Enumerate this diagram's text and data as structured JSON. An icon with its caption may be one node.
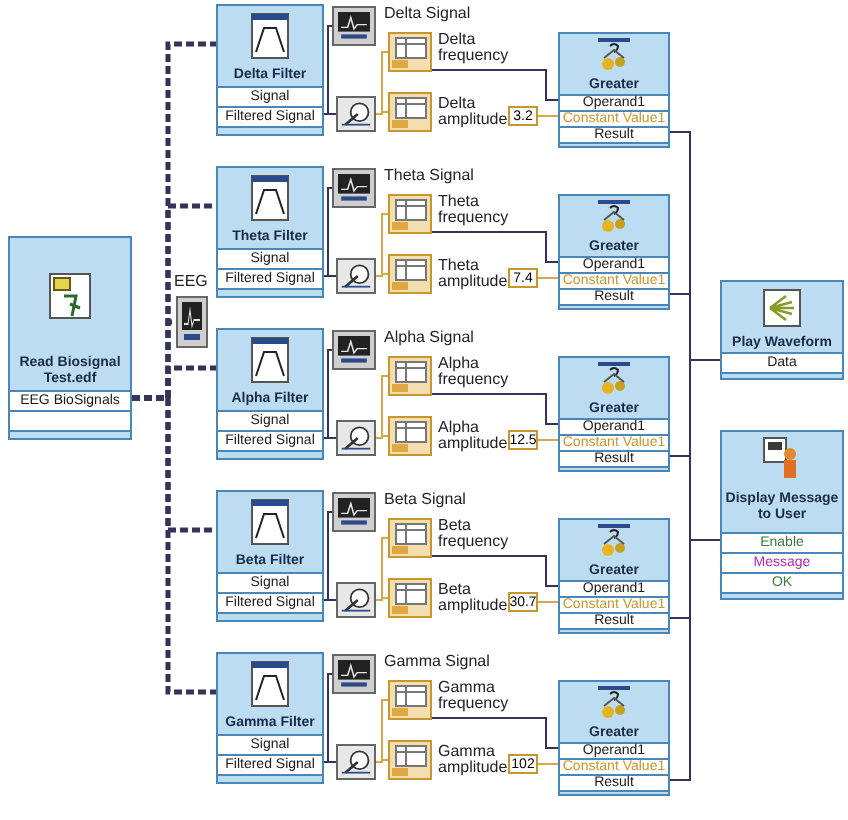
{
  "diagram": {
    "nodes": [
      {
        "text": [
          "Read Biosignal Test.edf",
          "EEG BioSignals"
        ]
      },
      {
        "text": [],
        "shape": "box",
        "beside": [
          "EEG"
        ]
      },
      {
        "text": [
          "Delta Filter",
          "Signal",
          "Filtered Signal"
        ]
      },
      {
        "text": [],
        "shape": "box",
        "beside": [
          "Delta Signal"
        ]
      },
      {
        "text": [],
        "shape": "box"
      },
      {
        "text": [],
        "shape": "box",
        "beside": [
          "Delta frequency"
        ]
      },
      {
        "text": [],
        "shape": "box",
        "beside": [
          "Delta amplitude"
        ]
      },
      {
        "text": [
          "3.2"
        ]
      },
      {
        "text": [
          "Greater",
          "Operand1",
          "Constant Value1",
          "Result"
        ]
      },
      {
        "text": [
          "Theta Filter",
          "Signal",
          "Filtered Signal"
        ]
      },
      {
        "text": [],
        "shape": "box",
        "beside": [
          "Theta Signal"
        ]
      },
      {
        "text": [],
        "shape": "box"
      },
      {
        "text": [],
        "shape": "box",
        "beside": [
          "Theta frequency"
        ]
      },
      {
        "text": [],
        "shape": "box",
        "beside": [
          "Theta amplitude"
        ]
      },
      {
        "text": [
          "7.4"
        ]
      },
      {
        "text": [
          "Greater",
          "Operand1",
          "Constant Value1",
          "Result"
        ]
      },
      {
        "text": [
          "Alpha Filter",
          "Signal",
          "Filtered Signal"
        ]
      },
      {
        "text": [],
        "shape": "box",
        "beside": [
          "Alpha Signal"
        ]
      },
      {
        "text": [],
        "shape": "box"
      },
      {
        "text": [],
        "shape": "box",
        "beside": [
          "Alpha frequency"
        ]
      },
      {
        "text": [],
        "shape": "box",
        "beside": [
          "Alpha amplitude"
        ]
      },
      {
        "text": [
          "12.5"
        ]
      },
      {
        "text": [
          "Greater",
          "Operand1",
          "Constant Value1",
          "Result"
        ]
      },
      {
        "text": [
          "Beta Filter",
          "Signal",
          "Filtered Signal"
        ]
      },
      {
        "text": [],
        "shape": "box",
        "beside": [
          "Beta Signal"
        ]
      },
      {
        "text": [],
        "shape": "box"
      },
      {
        "text": [],
        "shape": "box",
        "beside": [
          "Beta frequency"
        ]
      },
      {
        "text": [],
        "shape": "box",
        "beside": [
          "Beta amplitude"
        ]
      },
      {
        "text": [
          "30.7"
        ]
      },
      {
        "text": [
          "Greater",
          "Operand1",
          "Constant Value1",
          "Result"
        ]
      },
      {
        "text": [
          "Gamma Filter",
          "Signal",
          "Filtered Signal"
        ]
      },
      {
        "text": [],
        "shape": "box",
        "beside": [
          "Gamma Signal"
        ]
      },
      {
        "text": [],
        "shape": "box"
      },
      {
        "text": [],
        "shape": "box",
        "beside": [
          "Gamma frequency"
        ]
      },
      {
        "text": [],
        "shape": "box",
        "beside": [
          "Gamma amplitude"
        ]
      },
      {
        "text": [
          "102"
        ]
      },
      {
        "text": [
          "Greater",
          "Operand1",
          "Constant Value1",
          "Result"
        ]
      },
      {
        "text": [
          "Play Waveform",
          "Data"
        ]
      },
      {
        "text": [
          "Display Message to User",
          "Enable",
          "Message",
          "OK"
        ]
      }
    ],
    "edges": [
      {
        "from": 0,
        "to": 1,
        "arrow": "none",
        "style": "dashed"
      },
      {
        "from": 0,
        "to": 2,
        "arrow": "none",
        "style": "dashed"
      },
      {
        "from": 0,
        "to": 9,
        "arrow": "none",
        "style": "dashed"
      },
      {
        "from": 0,
        "to": 16,
        "arrow": "none",
        "style": "dashed"
      },
      {
        "from": 0,
        "to": 23,
        "arrow": "none",
        "style": "dashed"
      },
      {
        "from": 0,
        "to": 30,
        "arrow": "none",
        "style": "dashed"
      },
      {
        "from": 2,
        "to": 3,
        "arrow": "none"
      },
      {
        "from": 2,
        "to": 4,
        "arrow": "none"
      },
      {
        "from": 4,
        "to": 5,
        "arrow": "none",
        "color": "#d4a84b"
      },
      {
        "from": 4,
        "to": 6,
        "arrow": "none",
        "color": "#d4a84b"
      },
      {
        "from": 5,
        "to": 8,
        "arrow": "none"
      },
      {
        "from": 7,
        "to": 8,
        "arrow": "none",
        "color": "#d4a84b"
      },
      {
        "from": 9,
        "to": 10,
        "arrow": "none"
      },
      {
        "from": 9,
        "to": 11,
        "arrow": "none"
      },
      {
        "from": 11,
        "to": 12,
        "arrow": "none",
        "color": "#d4a84b"
      },
      {
        "from": 11,
        "to": 13,
        "arrow": "none",
        "color": "#d4a84b"
      },
      {
        "from": 12,
        "to": 15,
        "arrow": "none"
      },
      {
        "from": 14,
        "to": 15,
        "arrow": "none",
        "color": "#d4a84b"
      },
      {
        "from": 16,
        "to": 17,
        "arrow": "none"
      },
      {
        "from": 16,
        "to": 18,
        "arrow": "none"
      },
      {
        "from": 18,
        "to": 19,
        "arrow": "none",
        "color": "#d4a84b"
      },
      {
        "from": 18,
        "to": 20,
        "arrow": "none",
        "color": "#d4a84b"
      },
      {
        "from": 19,
        "to": 22,
        "arrow": "none"
      },
      {
        "from": 21,
        "to": 22,
        "arrow": "none",
        "color": "#d4a84b"
      },
      {
        "from": 23,
        "to": 24,
        "arrow": "none"
      },
      {
        "from": 23,
        "to": 25,
        "arrow": "none"
      },
      {
        "from": 25,
        "to": 26,
        "arrow": "none",
        "color": "#d4a84b"
      },
      {
        "from": 25,
        "to": 27,
        "arrow": "none",
        "color": "#d4a84b"
      },
      {
        "from": 26,
        "to": 29,
        "arrow": "none"
      },
      {
        "from": 28,
        "to": 29,
        "arrow": "none",
        "color": "#d4a84b"
      },
      {
        "from": 30,
        "to": 31,
        "arrow": "none"
      },
      {
        "from": 30,
        "to": 32,
        "arrow": "none"
      },
      {
        "from": 32,
        "to": 33,
        "arrow": "none",
        "color": "#d4a84b"
      },
      {
        "from": 32,
        "to": 34,
        "arrow": "none",
        "color": "#d4a84b"
      },
      {
        "from": 33,
        "to": 36,
        "arrow": "none"
      },
      {
        "from": 35,
        "to": 36,
        "arrow": "none",
        "color": "#d4a84b"
      },
      {
        "from": 8,
        "to": 37,
        "arrow": "none"
      },
      {
        "from": 15,
        "to": 37,
        "arrow": "none"
      },
      {
        "from": 22,
        "to": 37,
        "arrow": "none"
      },
      {
        "from": 29,
        "to": 37,
        "arrow": "none"
      },
      {
        "from": 36,
        "to": 37,
        "arrow": "none"
      },
      {
        "from": 8,
        "to": 38,
        "arrow": "none"
      },
      {
        "from": 15,
        "to": 38,
        "arrow": "none"
      },
      {
        "from": 22,
        "to": 38,
        "arrow": "none"
      },
      {
        "from": 29,
        "to": 38,
        "arrow": "none"
      },
      {
        "from": 36,
        "to": 38,
        "arrow": "none"
      }
    ]
  }
}
